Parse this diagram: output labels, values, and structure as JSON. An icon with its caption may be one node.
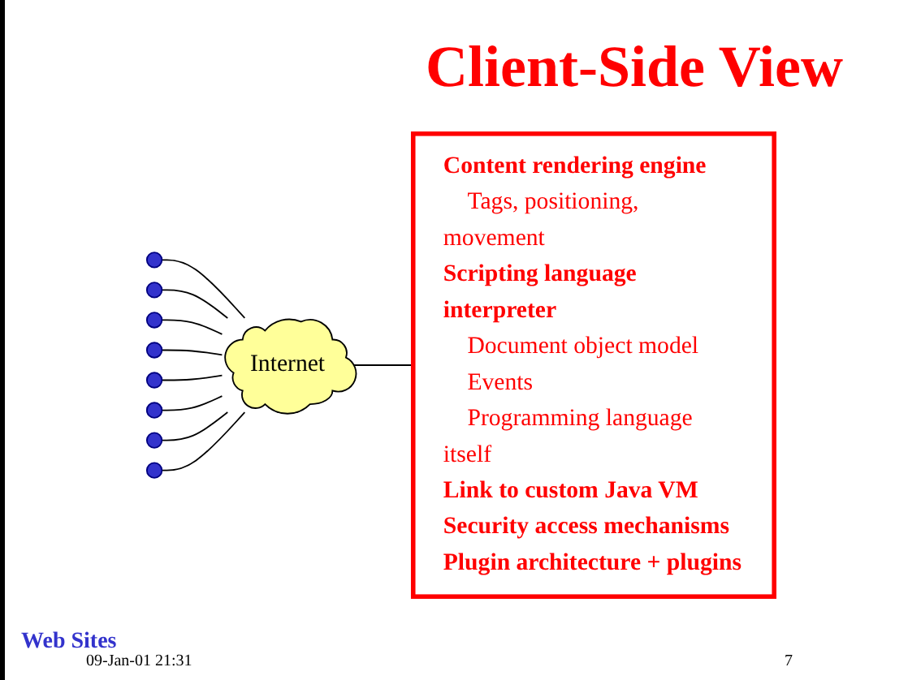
{
  "diagram": {
    "title": "Client-Side View",
    "nodes": [
      {
        "text": [],
        "shape": "circle"
      },
      {
        "text": [],
        "shape": "circle"
      },
      {
        "text": [],
        "shape": "circle"
      },
      {
        "text": [],
        "shape": "circle"
      },
      {
        "text": [],
        "shape": "circle"
      },
      {
        "text": [],
        "shape": "circle"
      },
      {
        "text": [],
        "shape": "circle"
      },
      {
        "text": [],
        "shape": "circle"
      },
      {
        "text": [
          "Internet"
        ]
      },
      {
        "text": [
          "Content rendering engine",
          "Tags, positioning, movement",
          "Scripting language interpreter",
          "Document object model",
          "Events",
          "Programming language itself",
          "Link to custom Java VM",
          "Security access mechanisms",
          "Plugin architecture + plugins"
        ]
      }
    ],
    "edges": [
      {
        "from": 0,
        "to": 8,
        "arrow": "none"
      },
      {
        "from": 1,
        "to": 8,
        "arrow": "none"
      },
      {
        "from": 2,
        "to": 8,
        "arrow": "none"
      },
      {
        "from": 3,
        "to": 8,
        "arrow": "none"
      },
      {
        "from": 4,
        "to": 8,
        "arrow": "none"
      },
      {
        "from": 5,
        "to": 8,
        "arrow": "none"
      },
      {
        "from": 6,
        "to": 8,
        "arrow": "none"
      },
      {
        "from": 7,
        "to": 8,
        "arrow": "none"
      },
      {
        "from": 8,
        "to": 9,
        "arrow": "none"
      }
    ],
    "labels": [
      "Web Sites",
      "09-Jan-01 21:31",
      "7"
    ]
  }
}
